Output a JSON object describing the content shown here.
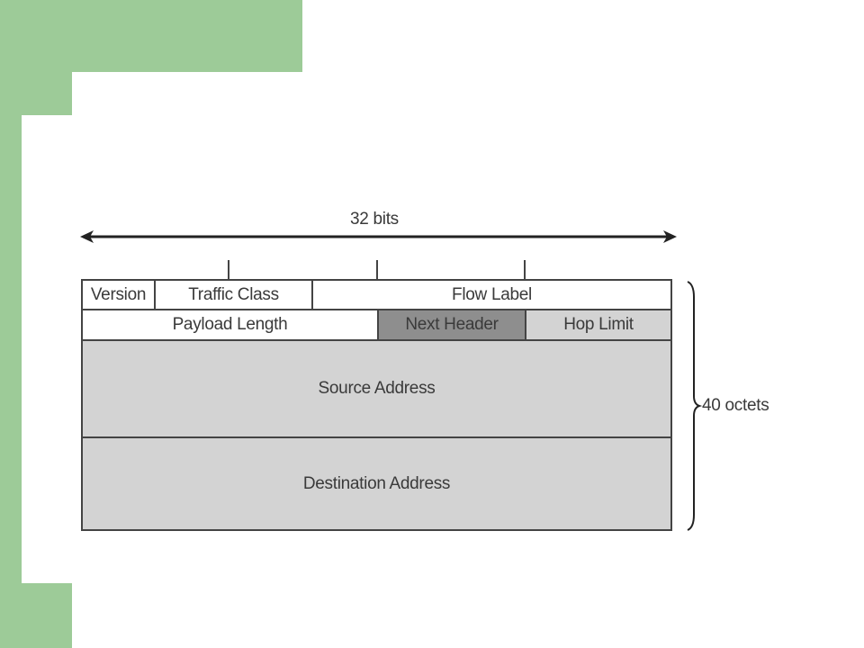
{
  "diagram": {
    "width_label": "32 bits",
    "size_label": "40 octets",
    "fields": {
      "version": "Version",
      "traffic_class": "Traffic Class",
      "flow_label": "Flow Label",
      "payload_length": "Payload Length",
      "next_header": "Next Header",
      "hop_limit": "Hop Limit",
      "source_address": "Source Address",
      "destination_address": "Destination Address"
    },
    "colors": {
      "background_accent": "#9dcb98",
      "field_light": "#d3d3d3",
      "field_dark": "#8e8e8e",
      "line": "#444444"
    }
  }
}
